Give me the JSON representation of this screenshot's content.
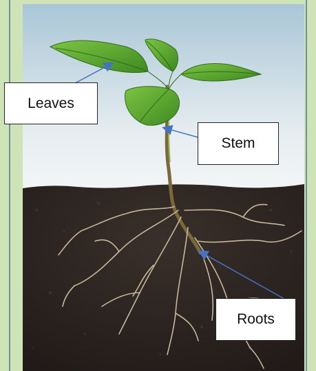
{
  "labels": {
    "leaves": "Leaves",
    "stem": "Stem",
    "roots": "Roots"
  },
  "colors": {
    "frame_background": "#cfe3b9",
    "arrow": "#4472c4",
    "sky_top": "#a9c6d6",
    "sky_bottom": "#f2f5f6",
    "soil": "#2b2320",
    "leaf": "#5aa532"
  }
}
